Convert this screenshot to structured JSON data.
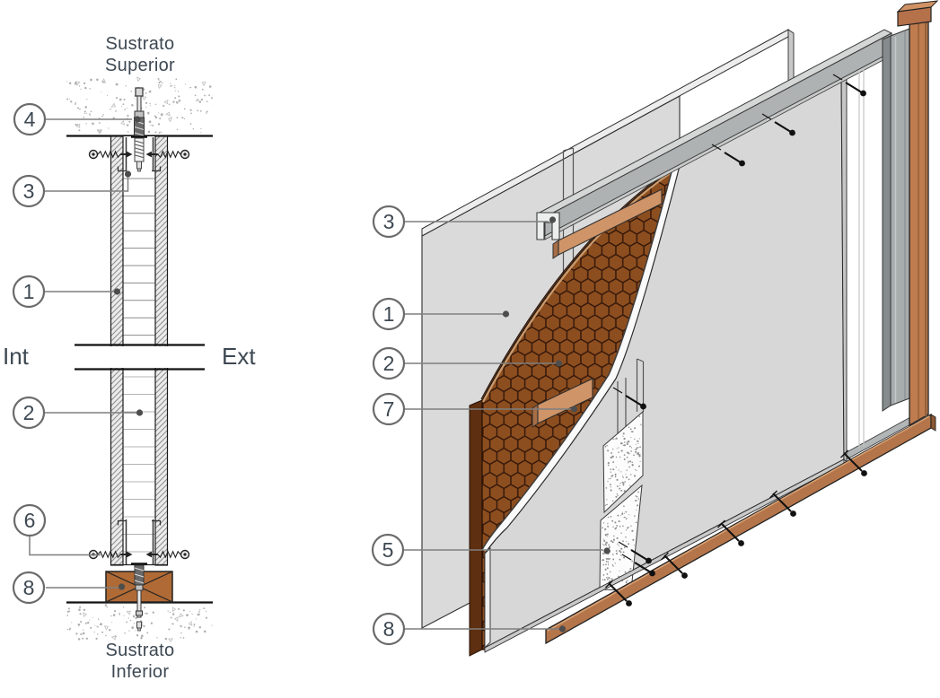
{
  "diagram": {
    "section_view": {
      "substrate_top": [
        "Sustrato",
        "Superior"
      ],
      "substrate_bottom": [
        "Sustrato",
        "Inferior"
      ],
      "side_interior": "Int",
      "side_exterior": "Ext",
      "callouts": [
        {
          "n": "4"
        },
        {
          "n": "3"
        },
        {
          "n": "1"
        },
        {
          "n": "2"
        },
        {
          "n": "6"
        },
        {
          "n": "8"
        }
      ]
    },
    "isometric_view": {
      "callouts": [
        {
          "n": "3"
        },
        {
          "n": "1"
        },
        {
          "n": "2"
        },
        {
          "n": "7"
        },
        {
          "n": "5"
        },
        {
          "n": "8"
        }
      ]
    },
    "colors": {
      "label_text": "#3d4852",
      "leader_line": "#7f7f7f",
      "callout_ring": "#6b6b6b",
      "panel_gray": "#d7d7d7",
      "metal_gray": "#b0b4b5",
      "cork_brown": "#8d4e1f",
      "cork_edge": "#5e2f10",
      "wood_frame": "#bf7c4e",
      "wood_batten": "#cf9468",
      "wood_block": "#b06a35"
    }
  }
}
